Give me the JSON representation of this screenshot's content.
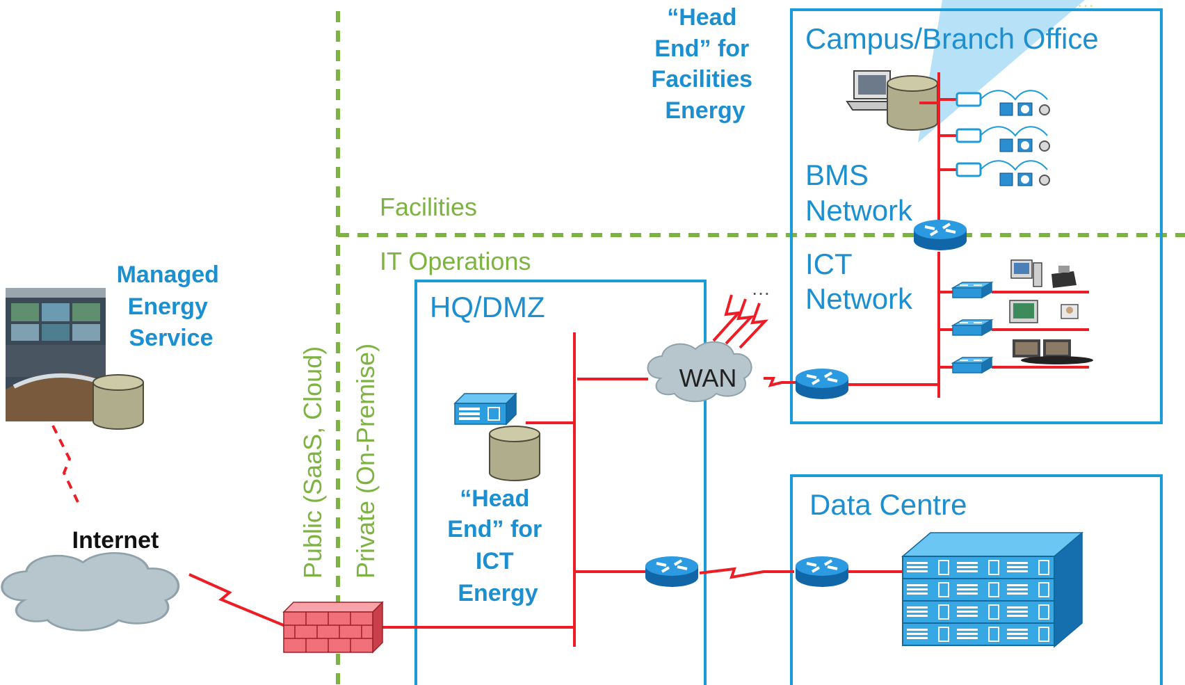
{
  "zones": {
    "facilities": "Facilities",
    "it_operations": "IT Operations",
    "public": "Public (SaaS, Cloud)",
    "private": "Private (On-Premise)"
  },
  "labels": {
    "head_end_facilities": [
      "“Head",
      "End” for",
      "Facilities",
      "Energy"
    ],
    "managed_energy_service": [
      "Managed",
      "Energy",
      "Service"
    ],
    "internet": "Internet",
    "hq_dmz": "HQ/DMZ",
    "head_end_ict": [
      "“Head",
      "End” for",
      "ICT",
      "Energy"
    ],
    "wan": "WAN",
    "campus_branch_office": "Campus/Branch Office",
    "bms_network": [
      "BMS",
      "Network"
    ],
    "ict_network": [
      "ICT",
      "Network"
    ],
    "data_centre": "Data Centre",
    "ellipsis_wireless": "…",
    "ellipsis_top": "…"
  },
  "colors": {
    "zone_line": "#7db341",
    "link": "#ee1c25",
    "box": "#1b9bd7",
    "label": "#1b8fd0",
    "cloud": "#b7c5cc",
    "router": "#1d86c9",
    "firewall": "#f2707a"
  }
}
